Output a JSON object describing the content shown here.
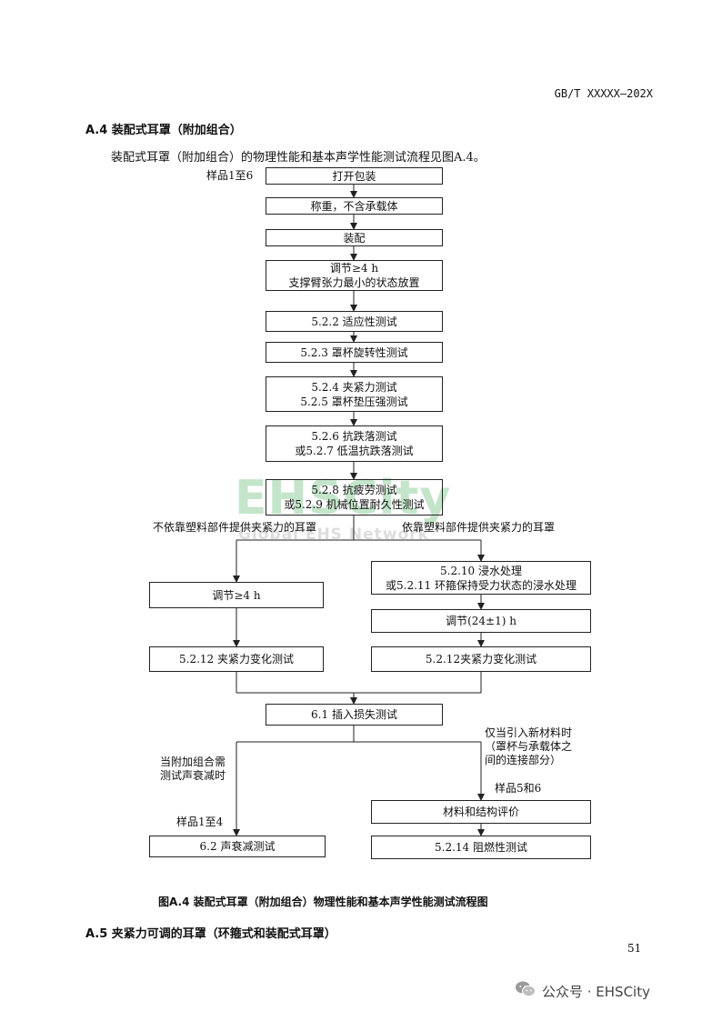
{
  "header": {
    "doc_code": "GB/T XXXXX—202X"
  },
  "section_a4": {
    "title": "A.4  装配式耳罩（附加组合）",
    "intro": "装配式耳罩（附加组合）的物理性能和基本声学性能测试流程见图A.4。"
  },
  "flow": {
    "sample_label_top": "样品1至6",
    "open_package": "打开包装",
    "weigh": "称重，不含承载体",
    "assemble": "装配",
    "condition_line1": "调节≥4 h",
    "condition_line2": "支撑臂张力最小的状态放置",
    "fit_test": "5.2.2 适应性测试",
    "rotation_test": "5.2.3 罩杯旋转性测试",
    "clamp_line1": "5.2.4 夹紧力测试",
    "clamp_line2": "5.2.5 罩杯垫压强测试",
    "drop_line1": "5.2.6 抗跌落测试",
    "drop_line2": "或5.2.7 低温抗跌落测试",
    "fatigue_line1": "5.2.8 抗疲劳测试",
    "fatigue_line2": "或5.2.9 机械位置耐久性测试",
    "branch_left_label": "不依靠塑料部件提供夹紧力的耳罩",
    "branch_right_label": "依靠塑料部件提供夹紧力的耳罩",
    "left_condition": "调节≥4 h",
    "left_clamp_change": "5.2.12 夹紧力变化测试",
    "water_line1": "5.2.10 浸水处理",
    "water_line2": "或5.2.11 环箍保持受力状态的浸水处理",
    "right_condition": "调节(24±1) h",
    "right_clamp_change": "5.2.12夹紧力变化测试",
    "insertion_loss": "6.1 插入损失测试",
    "left_note_line1": "当附加组合需",
    "left_note_line2": "测试声衰减时",
    "right_note_line1": "仅当引入新材料时",
    "right_note_line2": "（罩杯与承载体之",
    "right_note_line3": "间的连接部分）",
    "sample_label_left": "样品1至4",
    "sample_label_right": "样品5和6",
    "attenuation": "6.2 声衰减测试",
    "material_eval": "材料和结构评价",
    "flame_test": "5.2.14 阻燃性测试"
  },
  "watermark": {
    "main": "EHSCity",
    "sub": "Global EHS Network"
  },
  "figure_caption": "图A.4 装配式耳罩（附加组合）物理性能和基本声学性能测试流程图",
  "section_a5": {
    "title": "A.5  夹紧力可调的耳罩（环箍式和装配式耳罩）"
  },
  "page_number": "51",
  "footer": {
    "channel": "公众号 · EHSCity",
    "icon": "wechat-icon"
  }
}
